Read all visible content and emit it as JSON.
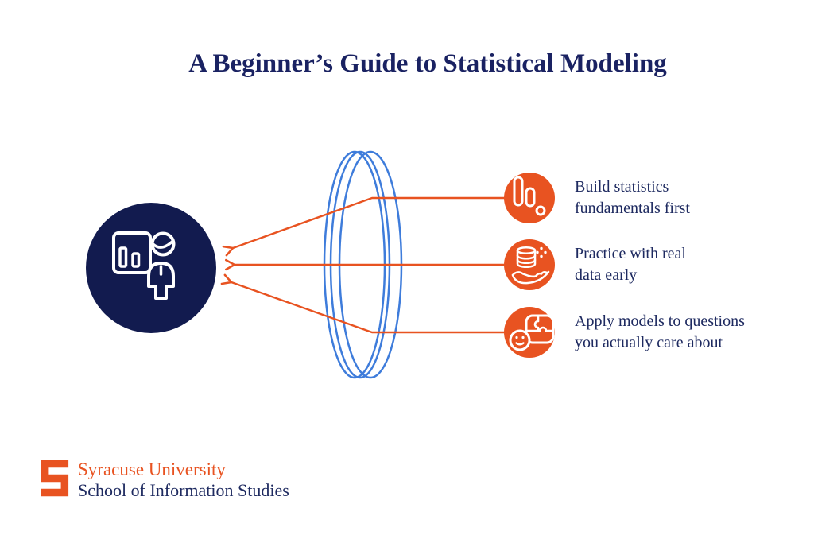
{
  "title": "A Beginner’s Guide to Statistical Modeling",
  "items": [
    {
      "icon": "bar-stats-icon",
      "line1": "Build statistics",
      "line2": "fundamentals first"
    },
    {
      "icon": "hand-data-icon",
      "line1": "Practice with real",
      "line2": "data early"
    },
    {
      "icon": "puzzle-smiley-icon",
      "line1": "Apply models to questions",
      "line2": "you actually care about"
    }
  ],
  "footer": {
    "org": "Syracuse University",
    "school": "School of Information Studies"
  },
  "colors": {
    "navy_text": "#1A2262",
    "dark_circle": "#121B4F",
    "orange": "#E85321",
    "lens_blue": "#3E7CDB",
    "background": "#FFFFFF"
  }
}
